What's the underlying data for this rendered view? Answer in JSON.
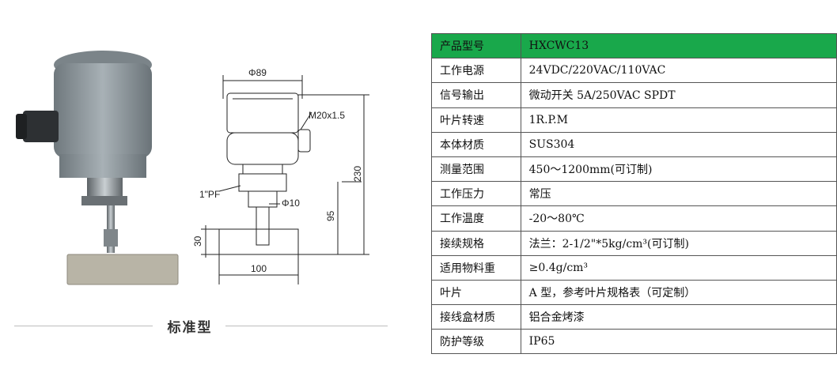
{
  "caption": "标准型",
  "drawing": {
    "dim_width": "Φ89",
    "dim_thread": "M20x1.5",
    "dim_height": "230",
    "dim_pipe": "1\"PF",
    "dim_shaft": "Φ10",
    "dim_95": "95",
    "dim_30": "30",
    "dim_100": "100"
  },
  "specs": [
    {
      "key": "产品型号",
      "value": "HXCWC13"
    },
    {
      "key": "工作电源",
      "value": "24VDC/220VAC/110VAC"
    },
    {
      "key": "信号输出",
      "value": "微动开关 5A/250VAC SPDT"
    },
    {
      "key": "叶片转速",
      "value": "1R.P.M"
    },
    {
      "key": "本体材质",
      "value": "SUS304"
    },
    {
      "key": "测量范围",
      "value": "450～1200mm(可订制)"
    },
    {
      "key": "工作压力",
      "value": "常压"
    },
    {
      "key": "工作温度",
      "value": "-20～80℃"
    },
    {
      "key": "接续规格",
      "value": "法兰：2-1/2\"*5kg/cm³(可订制)"
    },
    {
      "key": "适用物料重",
      "value": "≥0.4g/cm³"
    },
    {
      "key": "叶片",
      "value": "A 型，参考叶片规格表（可定制）"
    },
    {
      "key": "接线盒材质",
      "value": "铝合金烤漆"
    },
    {
      "key": "防护等级",
      "value": "IP65"
    }
  ],
  "colors": {
    "header": "#19a84b",
    "device": "#8e979c"
  }
}
